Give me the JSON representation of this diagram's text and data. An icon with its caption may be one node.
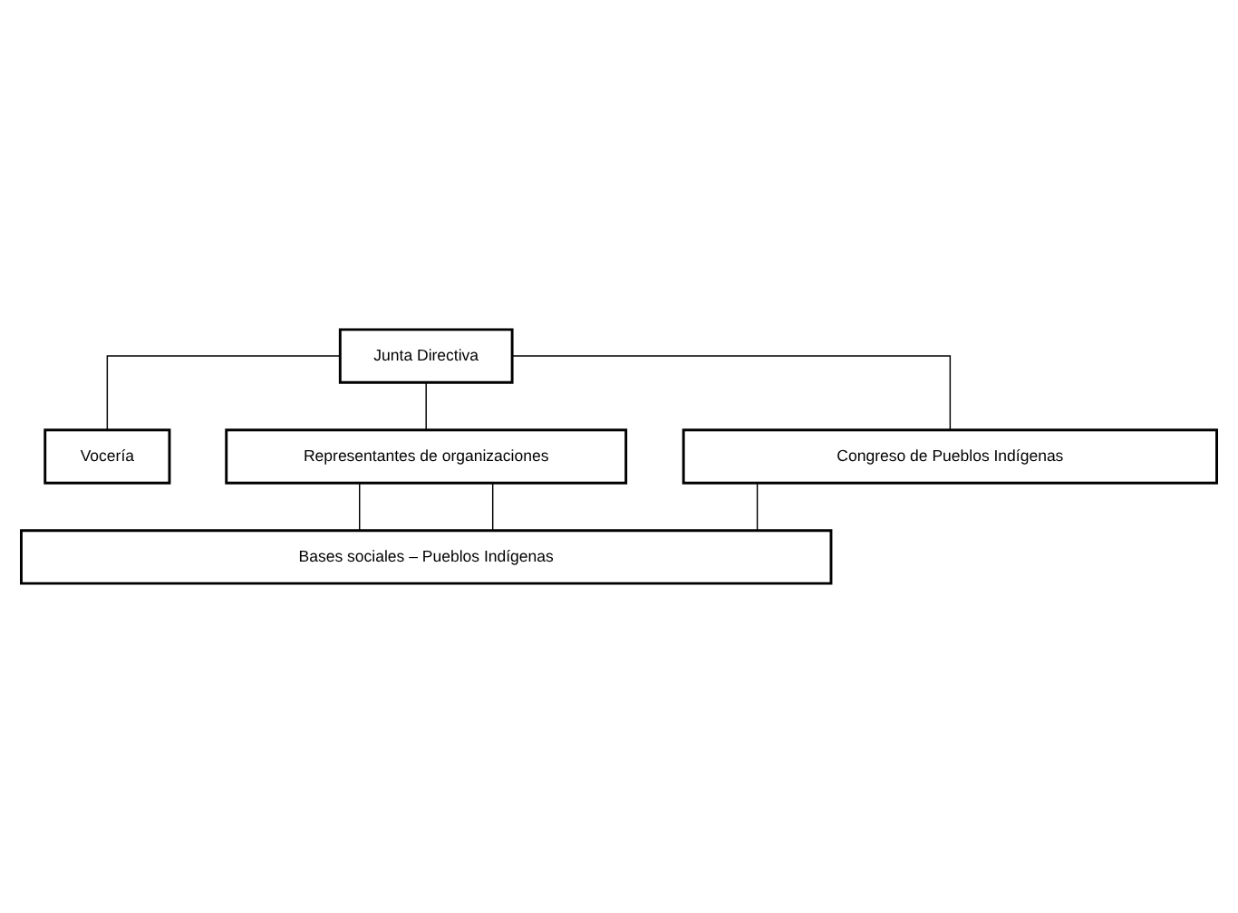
{
  "diagram": {
    "nodes": [
      {
        "text": [
          "Junta Directiva"
        ]
      },
      {
        "text": [
          "Vocería"
        ]
      },
      {
        "text": [
          "Representantes de organizaciones"
        ]
      },
      {
        "text": [
          "Congreso de Pueblos Indígenas"
        ]
      },
      {
        "text": [
          "Bases sociales – Pueblos Indígenas"
        ]
      }
    ],
    "edges": [
      {
        "from": 0,
        "to": 1,
        "arrow": "none"
      },
      {
        "from": 0,
        "to": 2,
        "arrow": "none"
      },
      {
        "from": 0,
        "to": 3,
        "arrow": "none"
      },
      {
        "from": 2,
        "to": 4,
        "arrow": "none"
      },
      {
        "from": 2,
        "to": 4,
        "arrow": "none"
      },
      {
        "from": 3,
        "to": 4,
        "arrow": "none"
      }
    ]
  }
}
